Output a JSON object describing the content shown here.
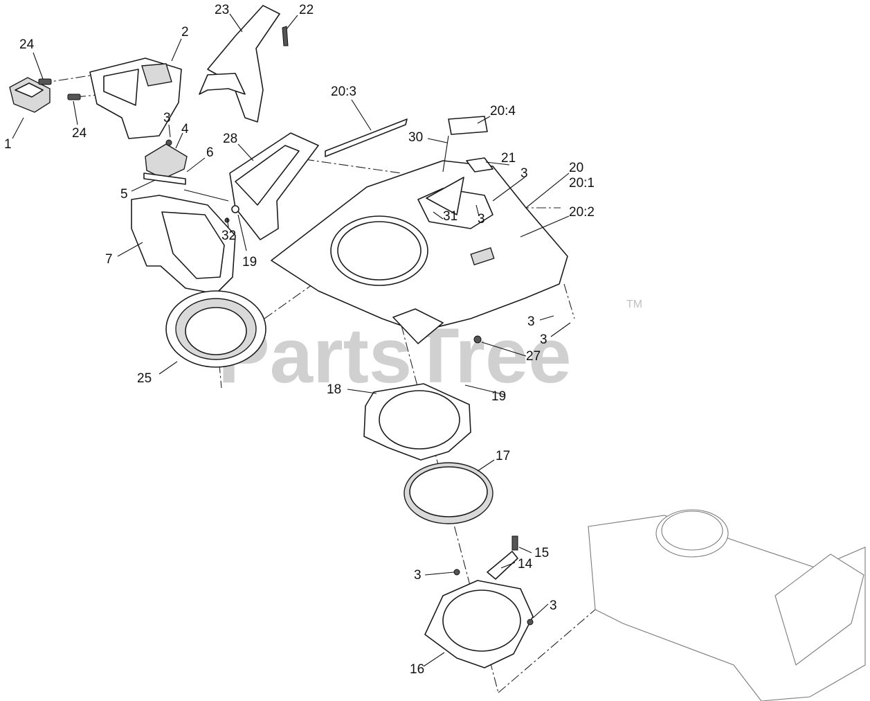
{
  "watermark": {
    "brand": "PartsTree",
    "trademark": "TM"
  },
  "callouts": [
    {
      "id": "c24a",
      "text": "24"
    },
    {
      "id": "c2",
      "text": "2"
    },
    {
      "id": "c23",
      "text": "23"
    },
    {
      "id": "c22",
      "text": "22"
    },
    {
      "id": "c1",
      "text": "1"
    },
    {
      "id": "c24b",
      "text": "24"
    },
    {
      "id": "c3a",
      "text": "3"
    },
    {
      "id": "c4",
      "text": "4"
    },
    {
      "id": "c6",
      "text": "6"
    },
    {
      "id": "c28",
      "text": "28"
    },
    {
      "id": "c5",
      "text": "5"
    },
    {
      "id": "c7",
      "text": "7"
    },
    {
      "id": "c32",
      "text": "32"
    },
    {
      "id": "c19a",
      "text": "19"
    },
    {
      "id": "c203",
      "text": "20:3"
    },
    {
      "id": "c204",
      "text": "20:4"
    },
    {
      "id": "c30",
      "text": "30"
    },
    {
      "id": "c21",
      "text": "21"
    },
    {
      "id": "c3b",
      "text": "3"
    },
    {
      "id": "c20",
      "text": "20"
    },
    {
      "id": "c201",
      "text": "20:1"
    },
    {
      "id": "c202",
      "text": "20:2"
    },
    {
      "id": "c31",
      "text": "31"
    },
    {
      "id": "c3c",
      "text": "3"
    },
    {
      "id": "c3d",
      "text": "3"
    },
    {
      "id": "c3e",
      "text": "3"
    },
    {
      "id": "c27",
      "text": "27"
    },
    {
      "id": "c25",
      "text": "25"
    },
    {
      "id": "c18",
      "text": "18"
    },
    {
      "id": "c19b",
      "text": "19"
    },
    {
      "id": "c17",
      "text": "17"
    },
    {
      "id": "c15",
      "text": "15"
    },
    {
      "id": "c14",
      "text": "14"
    },
    {
      "id": "c3f",
      "text": "3"
    },
    {
      "id": "c3g",
      "text": "3"
    },
    {
      "id": "c16",
      "text": "16"
    }
  ]
}
